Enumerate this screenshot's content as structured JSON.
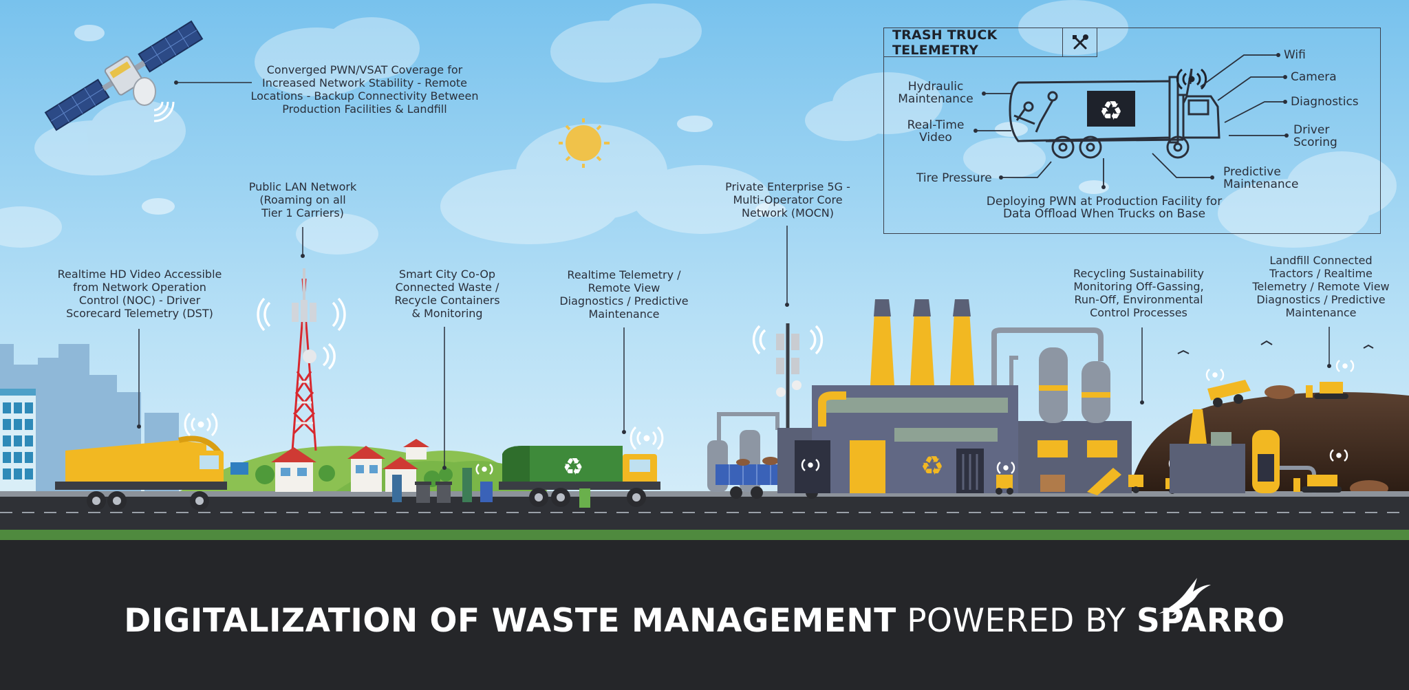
{
  "satellite_label": "Converged PWN/VSAT Coverage for\nIncreased Network Stability - Remote\nLocations - Backup Connectivity Between\nProduction Facilities & Landfill",
  "public_lan_label": "Public LAN Network\n(Roaming on all\nTier 1 Carriers)",
  "private_5g_label": "Private Enterprise 5G -\nMulti-Operator Core\nNetwork (MOCN)",
  "hd_video_label": "Realtime HD Video Accessible\nfrom Network Operation\nControl (NOC) - Driver\nScorecard Telemetry (DST)",
  "smart_city_label": "Smart City Co-Op\nConnected Waste /\nRecycle Containers\n& Monitoring",
  "realtime_telemetry_label": "Realtime Telemetry /\nRemote View\nDiagnostics / Predictive\nMaintenance",
  "recycling_label": "Recycling Sustainability\nMonitoring Off-Gassing,\nRun-Off, Environmental\nControl Processes",
  "landfill_label": "Landfill Connected\nTractors / Realtime\nTelemetry / Remote View\nDiagnostics / Predictive\nMaintenance",
  "telemetry": {
    "title": "TRASH TRUCK TELEMETRY",
    "tool_icon": "wrench-screwdriver-icon",
    "hydraulic": "Hydraulic\nMaintenance",
    "video": "Real-Time\nVideo",
    "tire": "Tire Pressure",
    "wifi": "Wifi",
    "camera": "Camera",
    "diagnostics": "Diagnostics",
    "driver": "Driver\nScoring",
    "predictive": "Predictive\nMaintenance",
    "deploying": "Deploying PWN at Production Facility for\nData Offload When Trucks on Base"
  },
  "footer": {
    "bold_part": "DIGITALIZATION OF WASTE MANAGEMENT",
    "light_part": "POWERED BY",
    "brand": "SPARRO",
    "logo_icon": "sparrow-bird-icon"
  },
  "colors": {
    "sky": "#7fc6ee",
    "sky_light": "#bfe4f7",
    "road": "#2f3136",
    "grass": "#4f8a3e",
    "footer_bg": "#252629",
    "accent_yellow": "#f2b822",
    "truck_green": "#3e8a3a",
    "factory_slate": "#585d73"
  }
}
